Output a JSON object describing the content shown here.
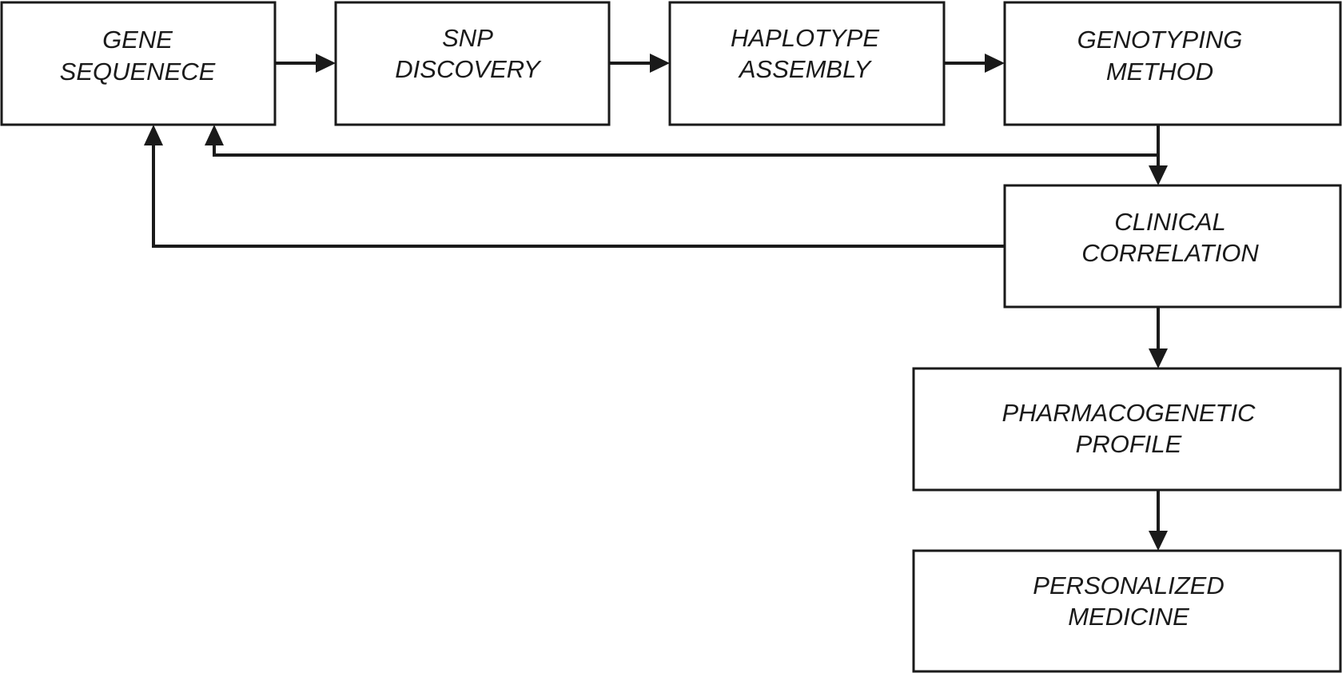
{
  "boxes": {
    "gene_sequence": {
      "line1": "GENE",
      "line2": "SEQUENECE"
    },
    "snp_discovery": {
      "line1": "SNP",
      "line2": "DISCOVERY"
    },
    "haplotype_assembly": {
      "line1": "HAPLOTYPE",
      "line2": "ASSEMBLY"
    },
    "genotyping_method": {
      "line1": "GENOTYPING",
      "line2": "METHOD"
    },
    "clinical_correlation": {
      "line1": "CLINICAL",
      "line2": "CORRELATION"
    },
    "pharmacogenetic_profile": {
      "line1": "PHARMACOGENETIC",
      "line2": "PROFILE"
    },
    "personalized_medicine": {
      "line1": "PERSONALIZED",
      "line2": "MEDICINE"
    }
  }
}
